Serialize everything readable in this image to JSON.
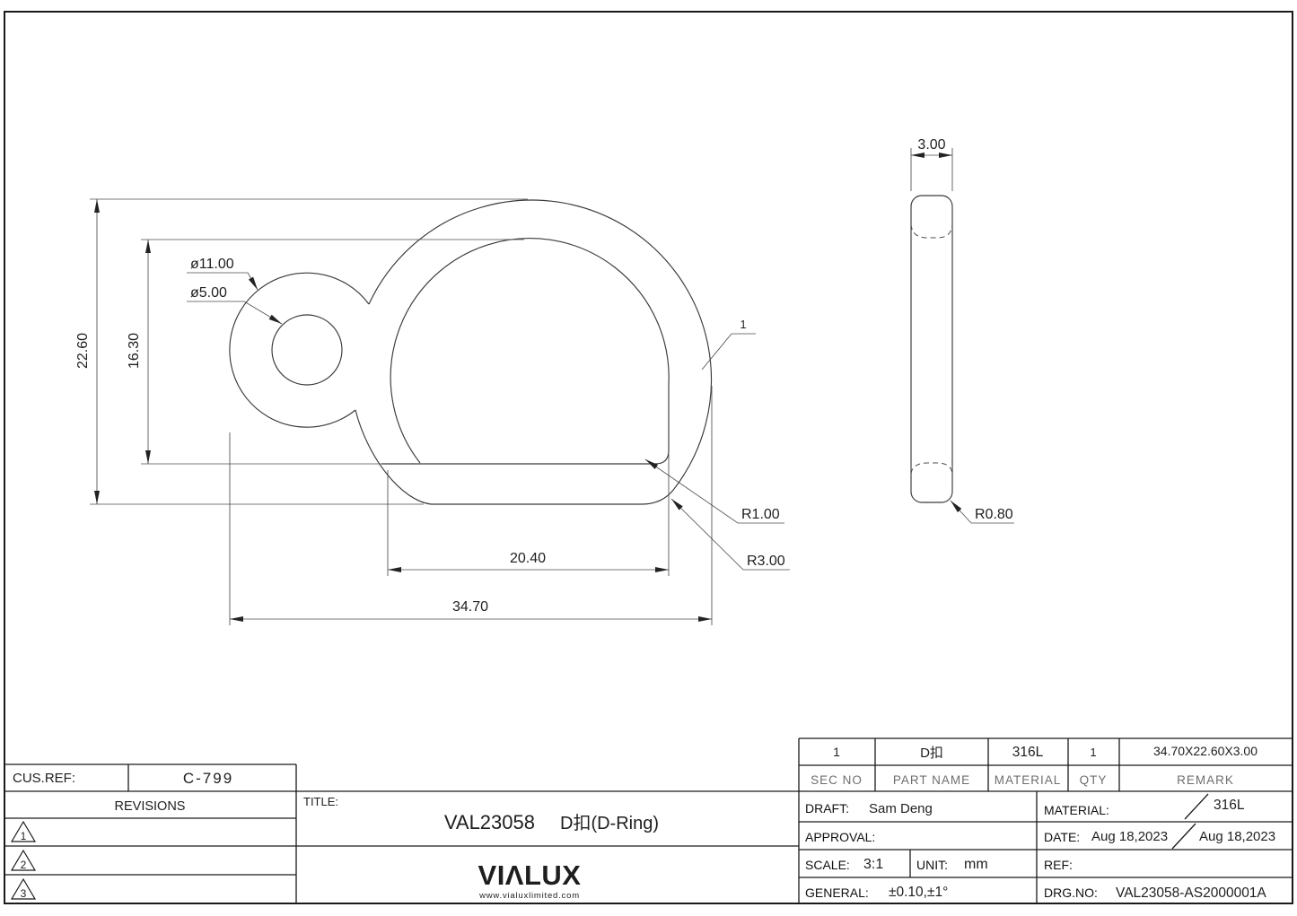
{
  "sheet": {
    "front_view": {
      "balloon_1": "1",
      "dim_overall_height": "22.60",
      "dim_inner_height": "16.30",
      "dim_ring_outer_dia": "ø11.00",
      "dim_ring_hole_dia": "ø5.00",
      "dim_inner_width": "20.40",
      "dim_overall_width": "34.70",
      "dim_inner_corner_radius": "R1.00",
      "dim_outer_corner_radius": "R3.00"
    },
    "side_view": {
      "dim_thickness": "3.00",
      "dim_edge_radius": "R0.80"
    },
    "title_block": {
      "cus_ref_label": "CUS.REF:",
      "cus_ref_value": "C-799",
      "revisions_label": "REVISIONS",
      "revisions": [
        "1",
        "2",
        "3"
      ],
      "title_label": "TITLE:",
      "title_no": "VAL23058",
      "title_name": "D扣(D-Ring)",
      "logo": "VIΛLUX",
      "logo_sub": "www.vialuxlimited.com",
      "parts_table": {
        "headers": [
          "SEC NO",
          "PART NAME",
          "MATERIAL",
          "QTY",
          "REMARK"
        ],
        "row": [
          "1",
          "D扣",
          "316L",
          "1",
          "34.70X22.60X3.00"
        ]
      },
      "draft_label": "DRAFT:",
      "draft_value": "Sam Deng",
      "material_label": "MATERIAL:",
      "material_value": "316L",
      "approval_label": "APPROVAL:",
      "date_label": "DATE:",
      "date_value_1": "Aug 18,2023",
      "date_value_2": "Aug 18,2023",
      "scale_label": "SCALE:",
      "scale_value": "3:1",
      "unit_label": "UNIT:",
      "unit_value": "mm",
      "ref_label": "REF:",
      "general_label": "GENERAL:",
      "general_value": "±0.10,±1°",
      "drg_no_label": "DRG.NO:",
      "drg_no_value": "VAL23058-AS2000001A"
    }
  }
}
